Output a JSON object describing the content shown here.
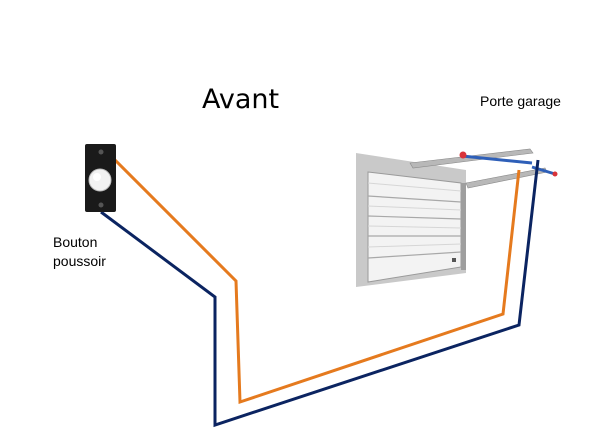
{
  "title": "Avant",
  "labels": {
    "garage_door": "Porte garage",
    "push_button": "Bouton\npoussoir"
  },
  "colors": {
    "wire_orange": "#e57a1e",
    "wire_navy": "#0b2461",
    "button_body": "#1a1a1a",
    "button_face": "#f2f2f2",
    "door_panel": "#eeeeee",
    "door_frame": "#c9c9c9",
    "opener_rail": "#b0b0b0",
    "opener_arm": "#2e5fb8",
    "opener_tip": "#d9333a"
  },
  "icons": {
    "push_button": "doorbell-button-icon",
    "garage_door": "sectional-garage-door-icon"
  }
}
